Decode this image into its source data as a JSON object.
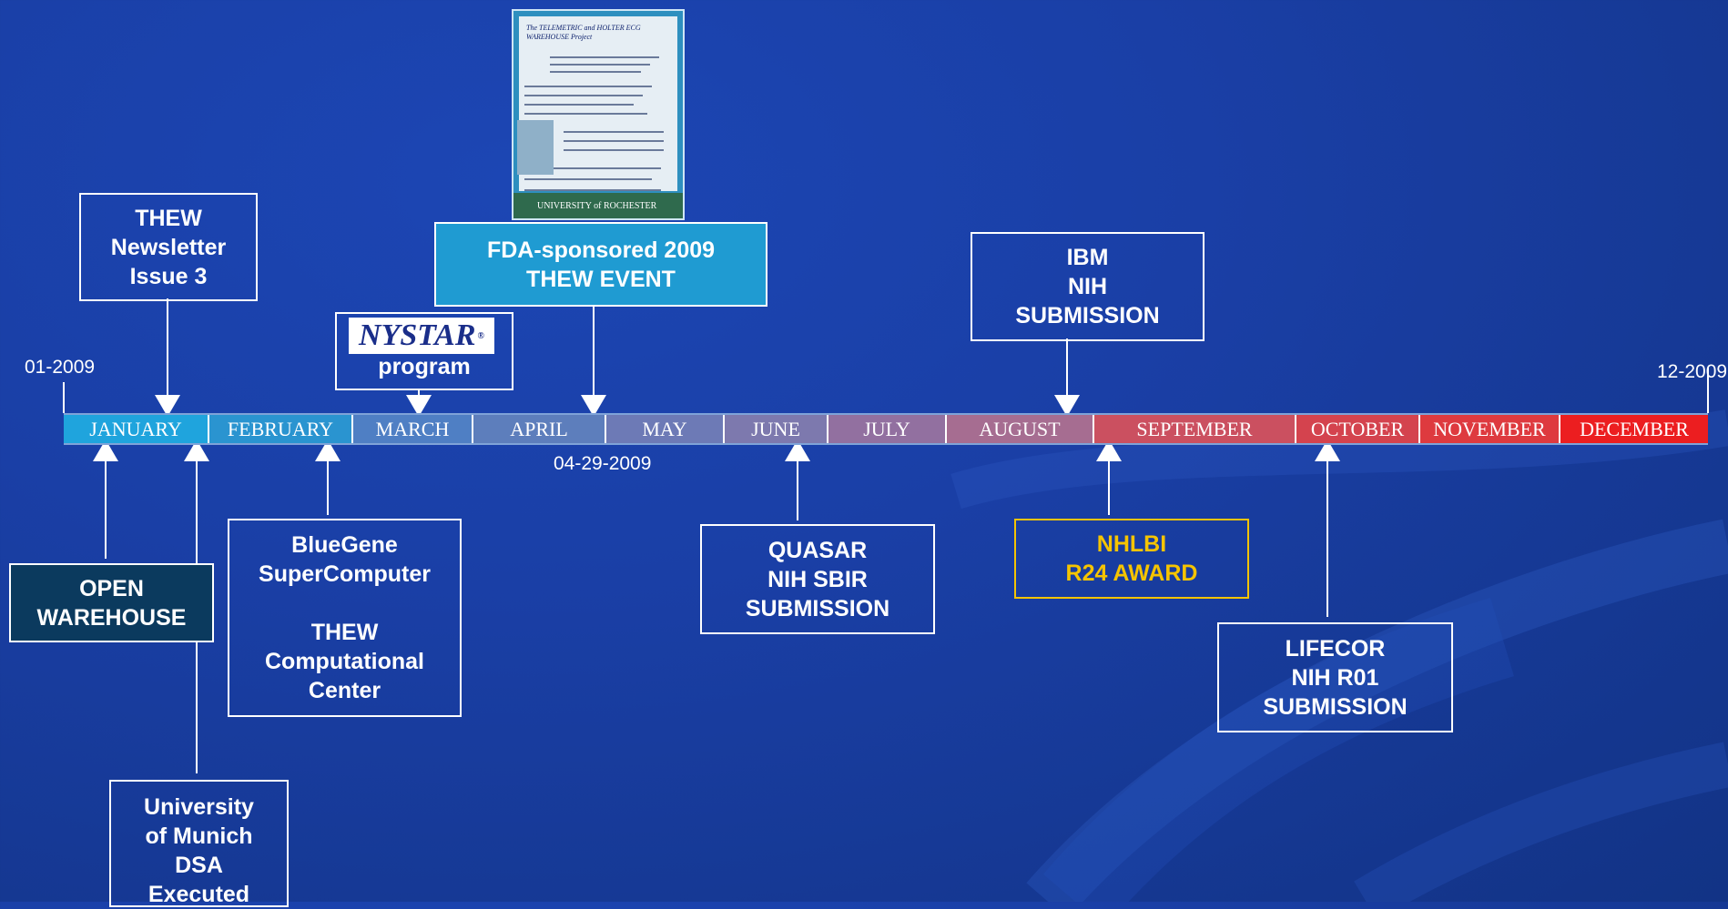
{
  "dates": {
    "start": "01-2009",
    "end": "12-2009",
    "event": "04-29-2009"
  },
  "months": [
    {
      "label": "JANUARY",
      "color": "#1fa4dd",
      "width": 160
    },
    {
      "label": "FEBRUARY",
      "color": "#2a94d0",
      "width": 158
    },
    {
      "label": "MARCH",
      "color": "#4f7fc4",
      "width": 132
    },
    {
      "label": "APRIL",
      "color": "#5d7ebc",
      "width": 146
    },
    {
      "label": "MAY",
      "color": "#6d7ab6",
      "width": 130
    },
    {
      "label": "JUNE",
      "color": "#7d79ae",
      "width": 114
    },
    {
      "label": "JULY",
      "color": "#9270a0",
      "width": 130
    },
    {
      "label": "AUGUST",
      "color": "#a66d91",
      "width": 162
    },
    {
      "label": "SEPTEMBER",
      "color": "#cb5060",
      "width": 222
    },
    {
      "label": "OCTOBER",
      "color": "#d4434e",
      "width": 136
    },
    {
      "label": "NOVEMBER",
      "color": "#de3a3f",
      "width": 154
    },
    {
      "label": "DECEMBER",
      "color": "#ec1e20",
      "width": 162
    }
  ],
  "events": {
    "newsletter": "THEW\nNewsletter\nIssue 3",
    "fda": "FDA-sponsored 2009\nTHEW EVENT",
    "nystar_logo": "NYSTAR",
    "nystar_program": "program",
    "ibm": "IBM\nNIH\nSUBMISSION",
    "open_warehouse": "OPEN\nWAREHOUSE",
    "bluegene": "BlueGene\nSuperComputer\n\nTHEW\nComputational\nCenter",
    "munich": "University\nof Munich\nDSA\nExecuted",
    "quasar": "QUASAR\nNIH SBIR\nSUBMISSION",
    "nhlbi": "NHLBI\nR24 AWARD",
    "lifecor": "LIFECOR\nNIH R01\nSUBMISSION"
  },
  "flyer": {
    "title": "The TELEMETRIC and HOLTER ECG WAREHOUSE Project",
    "footer": "UNIVERSITY of ROCHESTER"
  },
  "colors": {
    "background": "#1a3fa6",
    "open_warehouse_fill": "#0b3a5e",
    "fda_fill": "#1f9bd2",
    "nhlbi_text": "#f5c400"
  }
}
